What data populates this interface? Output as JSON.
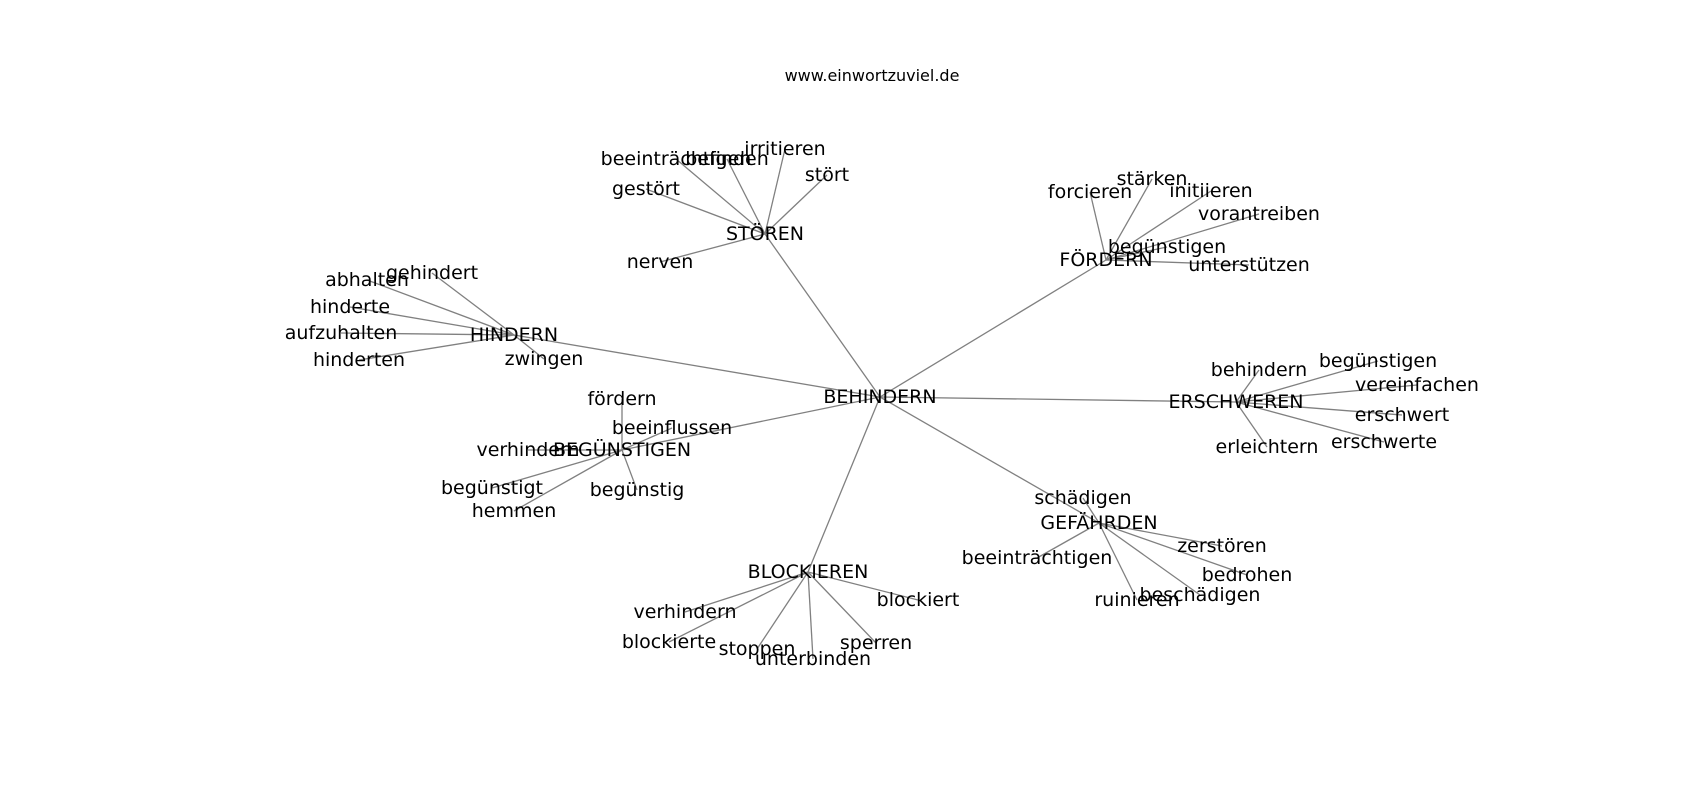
{
  "title": "www.einwortzuviel.de",
  "graph": {
    "center": "BEHINDERN",
    "hubs": [
      {
        "label": "STÖREN",
        "words": [
          "beeinträchtigen",
          "befinden",
          "irritieren",
          "stört",
          "gestört",
          "nerven"
        ]
      },
      {
        "label": "FÖRDERN",
        "words": [
          "forcieren",
          "stärken",
          "initiieren",
          "vorantreiben",
          "begünstigen",
          "unterstützen"
        ]
      },
      {
        "label": "HINDERN",
        "words": [
          "abhalten",
          "gehindert",
          "hinderte",
          "aufzuhalten",
          "hinderten",
          "zwingen"
        ]
      },
      {
        "label": "ERSCHWEREN",
        "words": [
          "behindern",
          "begünstigen",
          "vereinfachen",
          "erschwert",
          "erschwerte",
          "erleichtern"
        ]
      },
      {
        "label": "BEGÜNSTIGEN",
        "words": [
          "fördern",
          "beeinflussen",
          "verhindern",
          "begünstigt",
          "hemmen",
          "begünstig"
        ]
      },
      {
        "label": "GEFÄHRDEN",
        "words": [
          "schädigen",
          "beeinträchtigen",
          "zerstören",
          "bedrohen",
          "beschädigen",
          "ruinieren"
        ]
      },
      {
        "label": "BLOCKIEREN",
        "words": [
          "verhindern",
          "blockiert",
          "blockierte",
          "stoppen",
          "unterbinden",
          "sperren"
        ]
      }
    ]
  }
}
